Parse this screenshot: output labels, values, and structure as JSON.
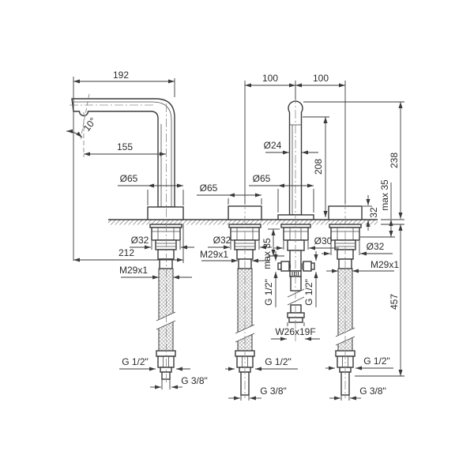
{
  "drawing": {
    "title": "3-hole basin mixer installation drawing",
    "dims": {
      "spout_width": "192",
      "spout_reach": "155",
      "spout_angle": "10°",
      "pitch_left": "100",
      "pitch_right": "100",
      "base_dia_spout": "Ø65",
      "base_dia_handle": "Ø65",
      "base_dia_column": "Ø65",
      "column_dia": "Ø24",
      "column_height": "208",
      "overall_height": "238",
      "body_height": "32",
      "deck_max_right": "max 35",
      "deck_max_center": "max 35",
      "overall_projection": "212",
      "nut_dia_spout": "Ø32",
      "nut_dia_handle1": "Ø32",
      "nut_dia_handle2": "Ø32",
      "nut_dia_column": "Ø30",
      "shank_thread_spout": "M29x1",
      "shank_thread_handle1": "M29x1",
      "shank_thread_handle2": "M29x1",
      "hose_drop": "457",
      "port_thread_left": "G 1/2\"",
      "port_thread_right": "G 1/2\"",
      "column_outlet_thread": "W26x19F",
      "hose_left_upper": "G 1/2\"",
      "hose_left_lower": "G 3/8\"",
      "hose_middle_upper": "G 1/2\"",
      "hose_middle_lower": "G 3/8\"",
      "hose_right_upper": "G 1/2\"",
      "hose_right_lower": "G 3/8\""
    }
  }
}
